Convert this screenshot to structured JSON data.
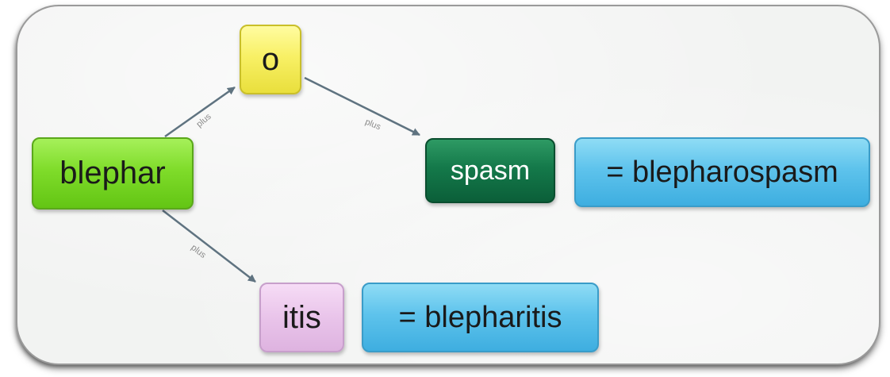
{
  "nodes": {
    "blephar": "blephar",
    "o": "o",
    "spasm": "spasm",
    "result_1": "= blepharospasm",
    "itis": "itis",
    "result_2": "= blepharitis"
  },
  "edges": [
    {
      "from": "blephar",
      "to": "o",
      "label": "plus"
    },
    {
      "from": "o",
      "to": "spasm",
      "label": "plus"
    },
    {
      "from": "blephar",
      "to": "itis",
      "label": "plus"
    }
  ],
  "colors": {
    "blephar": "#7fdc2a",
    "o": "#f8f066",
    "spasm": "#14794a",
    "result": "#5ec3ec",
    "itis": "#e9c4ea",
    "connector": "#5f7380"
  }
}
